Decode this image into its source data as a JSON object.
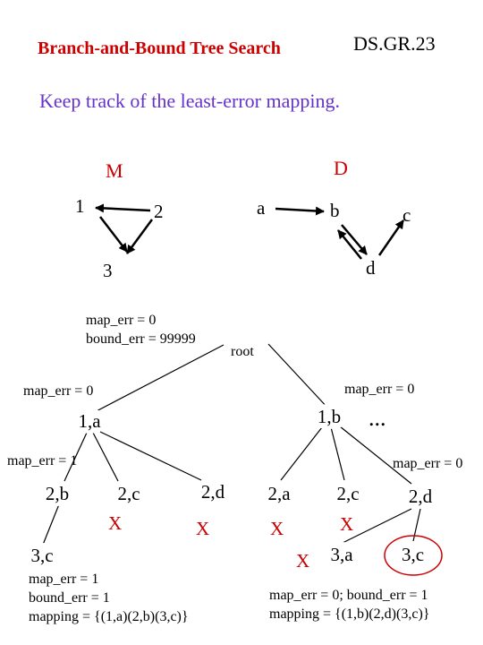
{
  "header": {
    "title": "Branch-and-Bound Tree Search",
    "code": "DS.GR.23",
    "subtitle": "Keep track of the least-error mapping."
  },
  "colors": {
    "title": "#cc0000",
    "subtitle": "#6633cc",
    "graph_label": "#cc0000",
    "x_mark": "#cc0000",
    "circle": "#cc0000"
  },
  "graph_m": {
    "label": "M",
    "nodes": [
      "1",
      "2",
      "3"
    ]
  },
  "graph_d": {
    "label": "D",
    "nodes": [
      "a",
      "b",
      "c",
      "d"
    ]
  },
  "tree": {
    "root": "root",
    "root_note": {
      "map_err": "map_err = 0",
      "bound_err": "bound_err = 99999"
    },
    "level1": {
      "left_node": "1,a",
      "left_err": "map_err = 0",
      "right_node": "1,b",
      "right_err": "map_err = 0",
      "ellipsis": "..."
    },
    "left_branch": {
      "err": "map_err = 1",
      "children": [
        "2,b",
        "2,c",
        "2,d"
      ],
      "x_marks": [
        "X",
        "X"
      ],
      "leaf": "3,c",
      "result": {
        "map_err": "map_err = 1",
        "bound_err": "bound_err = 1",
        "mapping": "mapping = {(1,a)(2,b)(3,c)}"
      }
    },
    "right_branch": {
      "err": "map_err = 0",
      "children": [
        "2,a",
        "2,c",
        "2,d"
      ],
      "x_marks": [
        "X",
        "X",
        "X"
      ],
      "leaves": [
        "3,a",
        "3,c"
      ],
      "result": {
        "errs": "map_err = 0; bound_err = 1",
        "mapping": "mapping = {(1,b)(2,d)(3,c)}"
      }
    }
  }
}
